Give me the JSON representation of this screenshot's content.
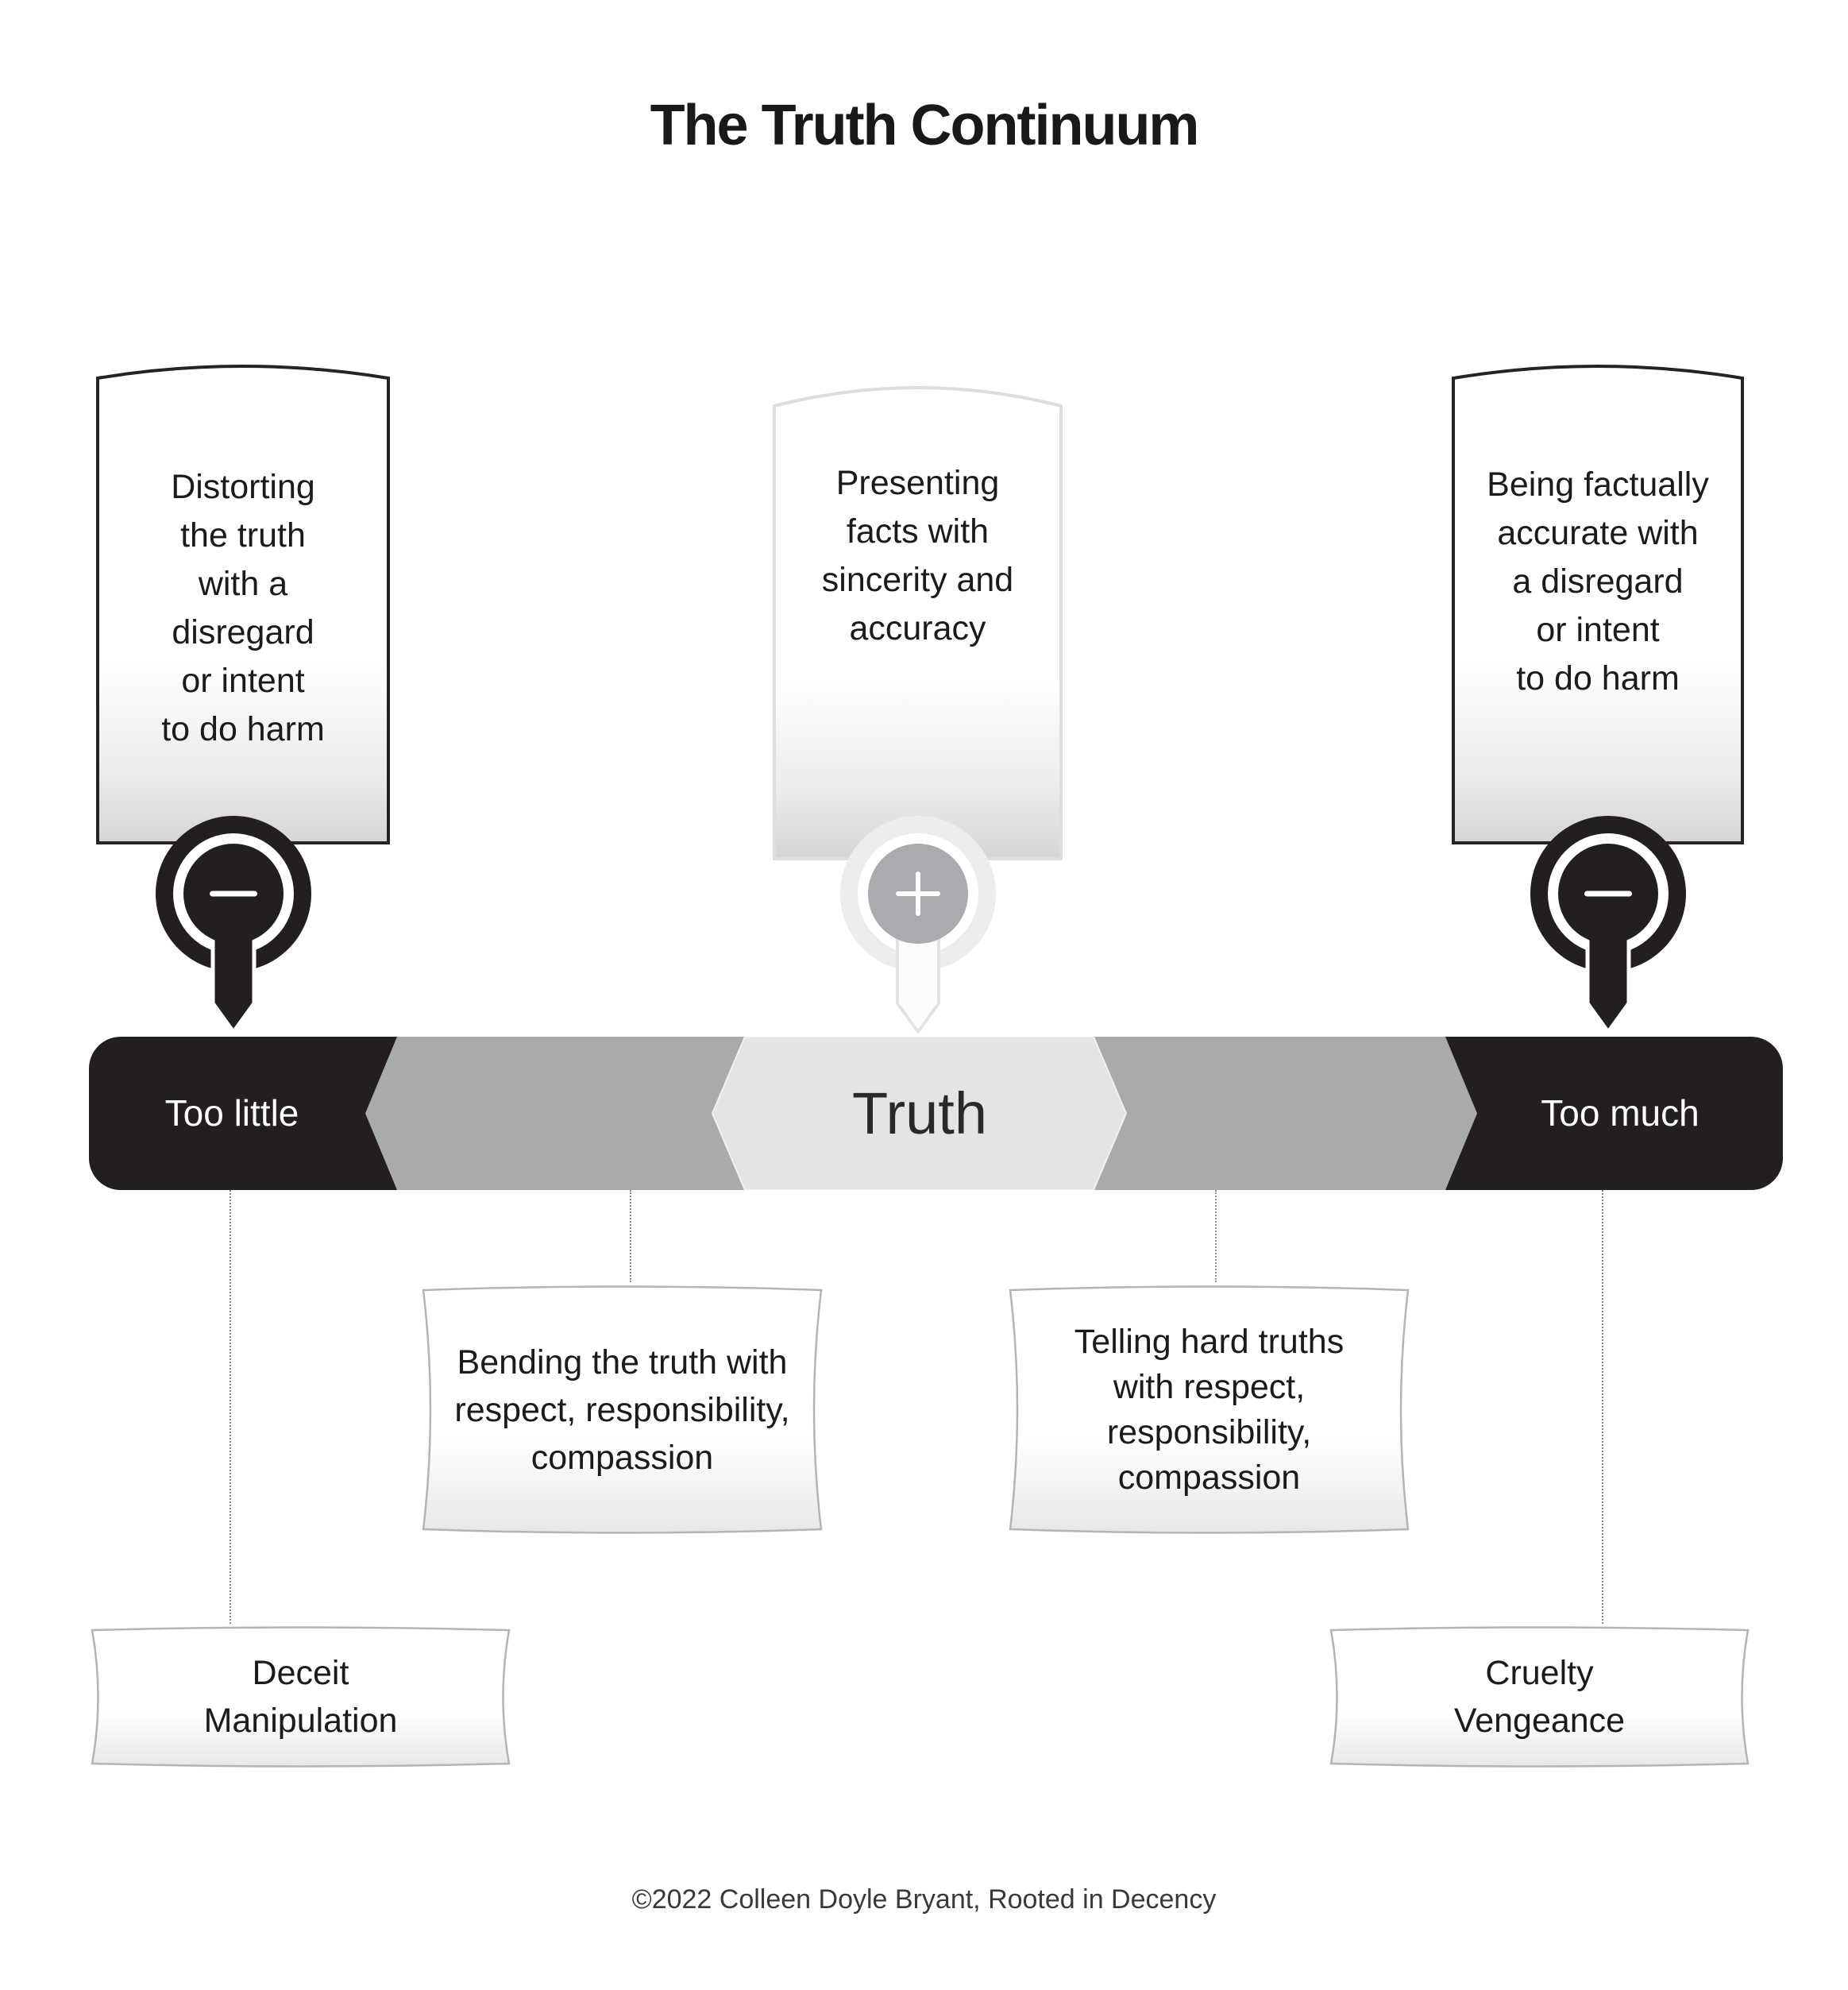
{
  "title": "The Truth Continuum",
  "footer": "©2022 Colleen Doyle Bryant, Rooted in Decency",
  "bar": {
    "left_label": "Too little",
    "center_label": "Truth",
    "right_label": "Too much"
  },
  "markers": [
    {
      "name": "too-little-marker",
      "symbol": "minus"
    },
    {
      "name": "truth-marker",
      "symbol": "plus"
    },
    {
      "name": "too-much-marker",
      "symbol": "minus"
    }
  ],
  "top_boxes": [
    {
      "name": "too-little-description",
      "lines": [
        "Distorting",
        "the truth",
        "with a",
        "disregard",
        "or intent",
        "to do harm"
      ]
    },
    {
      "name": "truth-description",
      "lines": [
        "Presenting",
        "facts with",
        "sincerity and",
        "accuracy"
      ]
    },
    {
      "name": "too-much-description",
      "lines": [
        "Being factually",
        "accurate with",
        "a disregard",
        "or intent",
        "to do harm"
      ]
    }
  ],
  "middle_boxes": [
    {
      "name": "bending-the-truth",
      "lines": [
        "Bending the truth with",
        "respect, responsibility,",
        "compassion"
      ]
    },
    {
      "name": "telling-hard-truths",
      "lines": [
        "Telling hard truths",
        "with respect,",
        "responsibility,",
        "compassion"
      ]
    }
  ],
  "bottom_boxes": [
    {
      "name": "too-little-extreme",
      "lines": [
        "Deceit",
        "Manipulation"
      ]
    },
    {
      "name": "too-much-extreme",
      "lines": [
        "Cruelty",
        "Vengeance"
      ]
    }
  ],
  "colors": {
    "dark": "#231f20",
    "mid_gray": "#a8aaac",
    "light_center": "#e5e4e2",
    "top_box_border_dark": "#272324",
    "top_box_border_light": "#dedddc",
    "scroll_border": "#b5b4b3"
  }
}
